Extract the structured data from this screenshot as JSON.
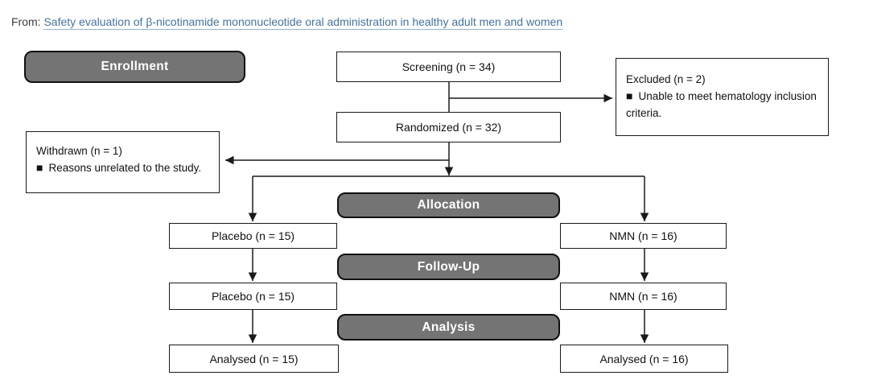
{
  "header": {
    "prefix_label": "From:",
    "article_link": "Safety evaluation of β-nicotinamide mononucleotide oral administration in healthy adult men and women"
  },
  "flowchart": {
    "stage_labels": {
      "enrollment": "Enrollment",
      "allocation": "Allocation",
      "follow_up": "Follow-Up",
      "analysis": "Analysis"
    },
    "nodes": {
      "screening": "Screening (n = 34)",
      "randomized": "Randomized (n = 32)",
      "excluded": {
        "title": "Excluded (n = 2)",
        "bullet": "■",
        "reason": "Unable to meet hematology inclusion criteria."
      },
      "withdrawn": {
        "title": "Withdrawn (n = 1)",
        "bullet": "■",
        "reason": "Reasons unrelated to the study."
      },
      "placebo_allocation": "Placebo (n = 15)",
      "nmn_allocation": "NMN (n = 16)",
      "placebo_follow_up": "Placebo (n = 15)",
      "nmn_follow_up": "NMN (n = 16)",
      "placebo_analysis": "Analysed (n = 15)",
      "nmn_analysis": "Analysed (n = 16)"
    },
    "colors": {
      "stage_fill": "#747474",
      "stage_text": "#ffffff",
      "line_color": "#1a1a1a",
      "link_color": "#44739e"
    }
  }
}
